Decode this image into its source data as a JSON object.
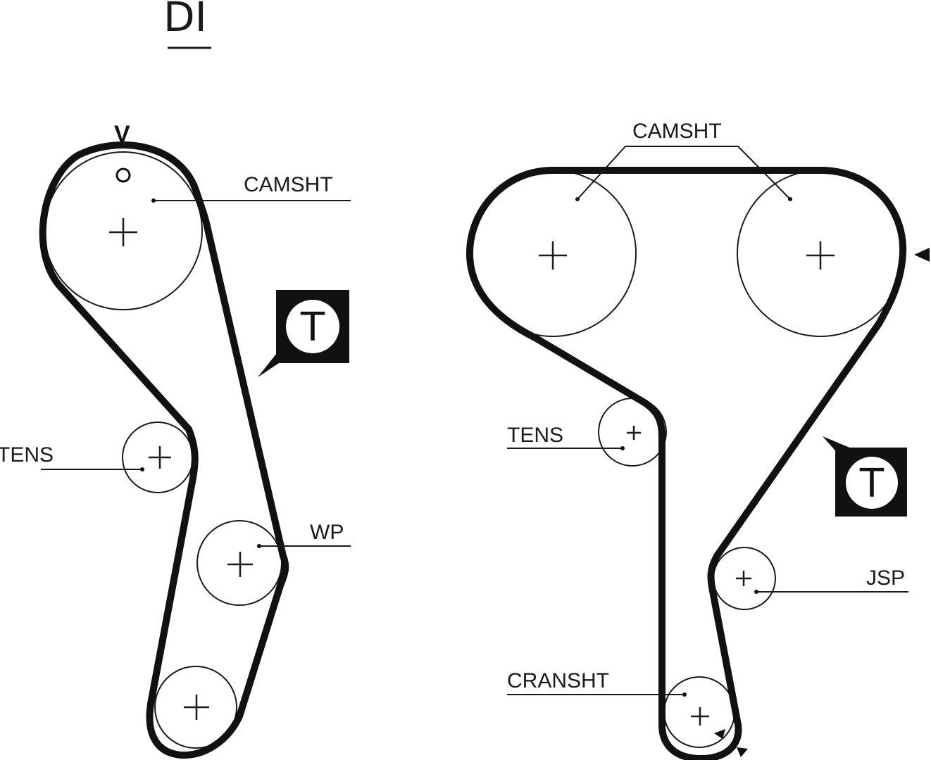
{
  "header": {
    "text": "DI"
  },
  "left_diagram": {
    "top_mark": "V",
    "labels": {
      "camshaft": "CAMSHT",
      "tensioner": "TENS",
      "water_pump": "WP"
    },
    "tension_badge": "T"
  },
  "right_diagram": {
    "labels": {
      "camshafts": "CAMSHT",
      "tensioner": "TENS",
      "jackshaft": "JSP",
      "crankshaft": "CRANSHT"
    },
    "tension_badge": "T"
  },
  "colors": {
    "belt": "#111111",
    "line": "#1a1a1a",
    "background": "#ffffff"
  }
}
